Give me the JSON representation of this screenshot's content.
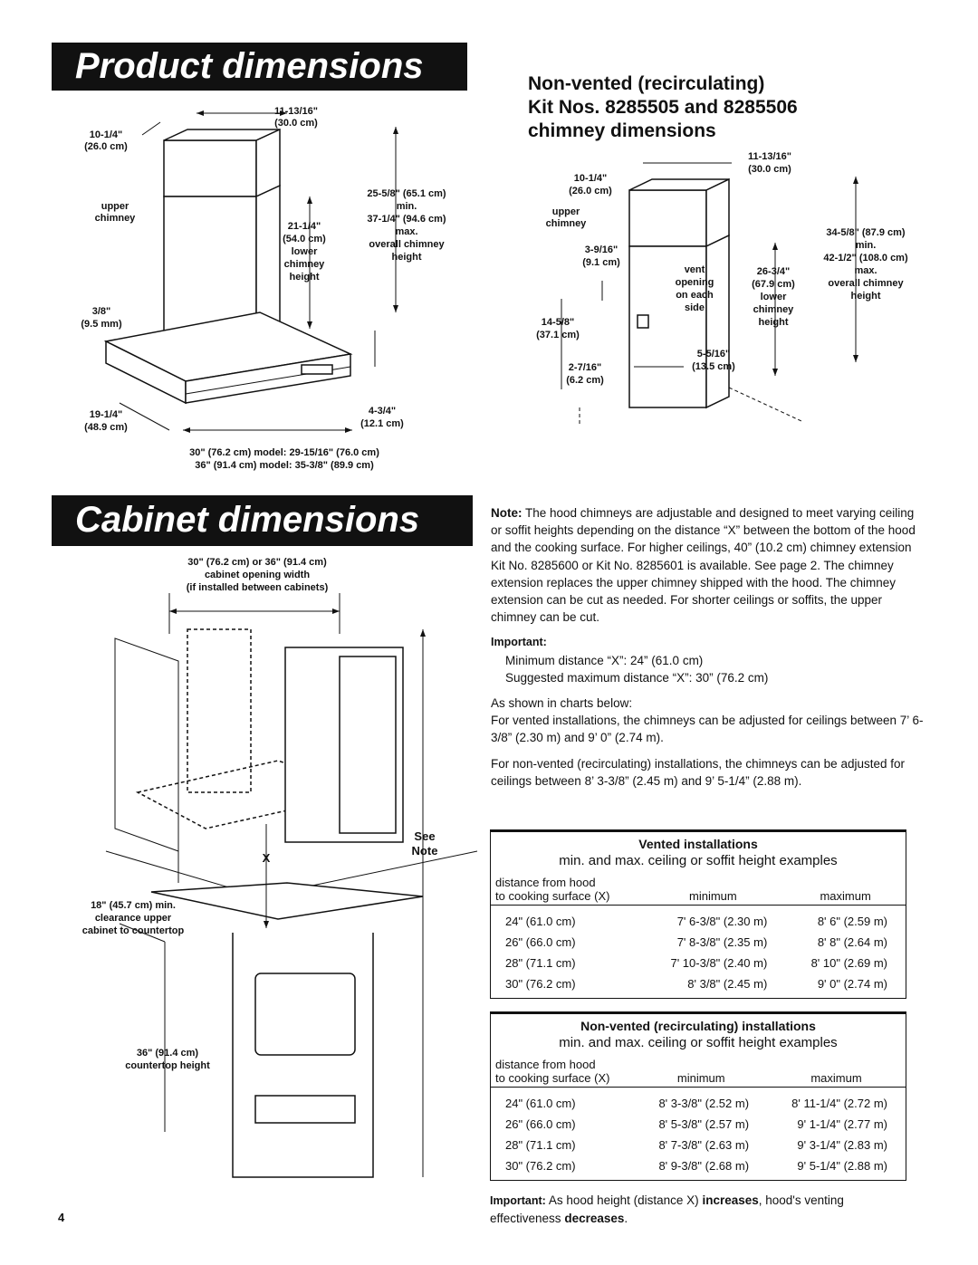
{
  "product_title": "Product dimensions",
  "cabinet_title": "Cabinet dimensions",
  "nonvented_heading": [
    "Non-vented (recirculating)",
    "Kit Nos. 8285505 and 8285506",
    "chimney dimensions"
  ],
  "product_diagram": {
    "width_top": [
      "11-13/16\"",
      "(30.0 cm)"
    ],
    "depth_top": [
      "10-1/4\"",
      "(26.0 cm)"
    ],
    "upper_chimney": [
      "upper",
      "chimney"
    ],
    "lower_chimney": [
      "21-1/4\"",
      "(54.0 cm)",
      "lower",
      "chimney",
      "height"
    ],
    "overall": [
      "25-5/8\" (65.1 cm)",
      "min.",
      "37-1/4\" (94.6 cm)",
      "max.",
      "overall chimney",
      "height"
    ],
    "lip": [
      "3/8\"",
      "(9.5 mm)"
    ],
    "hood_depth": [
      "19-1/4\"",
      "(48.9 cm)"
    ],
    "hood_height": [
      "4-3/4\"",
      "(12.1 cm)"
    ],
    "models": [
      "30\" (76.2 cm) model: 29-15/16\" (76.0 cm)",
      "36\" (91.4 cm) model: 35-3/8\" (89.9 cm)"
    ]
  },
  "nonvented_diagram": {
    "width_top": [
      "11-13/16\"",
      "(30.0 cm)"
    ],
    "depth_top": [
      "10-1/4\"",
      "(26.0 cm)"
    ],
    "upper_chimney": [
      "upper",
      "chimney"
    ],
    "offset": [
      "3-9/16\"",
      "(9.1 cm)"
    ],
    "vent": [
      "vent",
      "opening",
      "on each",
      "side"
    ],
    "lower": [
      "26-3/4\"",
      "(67.9 cm)",
      "lower",
      "chimney",
      "height"
    ],
    "overall": [
      "34-5/8\" (87.9 cm)",
      "min.",
      "42-1/2\" (108.0 cm)",
      "max.",
      "overall chimney",
      "height"
    ],
    "a": [
      "14-5/8\"",
      "(37.1 cm)"
    ],
    "b": [
      "5-5/16\"",
      "(13.5 cm)"
    ],
    "c": [
      "2-7/16\"",
      "(6.2 cm)"
    ]
  },
  "cabinet_diagram": {
    "opening": [
      "30\" (76.2 cm) or 36\" (91.4 cm)",
      "cabinet opening width",
      "(if installed between cabinets)"
    ],
    "x": "X",
    "see_note": [
      "See",
      "Note"
    ],
    "clearance": [
      "18\" (45.7 cm) min.",
      "clearance upper",
      "cabinet to countertop"
    ],
    "countertop": [
      "36\" (91.4 cm)",
      "countertop height"
    ]
  },
  "note": {
    "label": "Note:",
    "p1": "The hood chimneys are adjustable and designed to meet varying ceiling or soffit heights depending on the distance “X” between the bottom of the hood and the cooking surface. For higher ceilings, 40” (10.2 cm) chimney extension Kit No. 8285600 or Kit No. 8285601 is available. See page 2. The chimney extension replaces the upper chimney shipped with the hood. The chimney extension can be cut as needed. For shorter ceilings or soffits, the upper chimney can be cut.",
    "important_label": "Important:",
    "min_distance": "Minimum distance “X”: 24” (61.0 cm)",
    "max_distance": "Suggested maximum distance “X”: 30” (76.2 cm)",
    "charts": "As shown in charts below:",
    "vented_text": "For vented installations, the chimneys can be adjusted for ceilings between 7’ 6-3/8” (2.30 m) and 9’ 0” (2.74 m).",
    "nonvented_text": "For non-vented (recirculating) installations, the chimneys can be adjusted for ceilings between 8’ 3-3/8” (2.45 m) and 9’ 5-1/4” (2.88 m)."
  },
  "vented_table": {
    "title": "Vented installations",
    "subtitle": "min. and max. ceiling or soffit height examples",
    "header1": "distance from hood",
    "header2": "to cooking surface (X)",
    "col_min": "minimum",
    "col_max": "maximum",
    "rows": [
      [
        "24\" (61.0 cm)",
        "7' 6-3/8\" (2.30 m)",
        "8' 6\" (2.59 m)"
      ],
      [
        "26\" (66.0 cm)",
        "7' 8-3/8\" (2.35 m)",
        "8' 8\" (2.64 m)"
      ],
      [
        "28\" (71.1 cm)",
        "7' 10-3/8\" (2.40 m)",
        "8' 10\" (2.69 m)"
      ],
      [
        "30\" (76.2 cm)",
        "8' 3/8\" (2.45 m)",
        "9' 0\" (2.74 m)"
      ]
    ]
  },
  "nonvented_table": {
    "title": "Non-vented (recirculating) installations",
    "subtitle": "min. and max. ceiling or soffit height examples",
    "header1": "distance from hood",
    "header2": "to cooking surface (X)",
    "col_min": "minimum",
    "col_max": "maximum",
    "rows": [
      [
        "24\" (61.0 cm)",
        "8' 3-3/8\" (2.52 m)",
        "8' 11-1/4\" (2.72 m)"
      ],
      [
        "26\" (66.0 cm)",
        "8' 5-3/8\" (2.57 m)",
        "9' 1-1/4\" (2.77 m)"
      ],
      [
        "28\" (71.1 cm)",
        "8' 7-3/8\" (2.63 m)",
        "9' 3-1/4\" (2.83 m)"
      ],
      [
        "30\" (76.2 cm)",
        "8' 9-3/8\" (2.68 m)",
        "9' 5-1/4\" (2.88 m)"
      ]
    ]
  },
  "footer_important": {
    "label": "Important:",
    "text1": "As hood height (distance X)",
    "increases": "increases",
    "text2": ", hood's venting effectiveness",
    "decreases": "decreases",
    "end": "."
  },
  "page_number": "4"
}
